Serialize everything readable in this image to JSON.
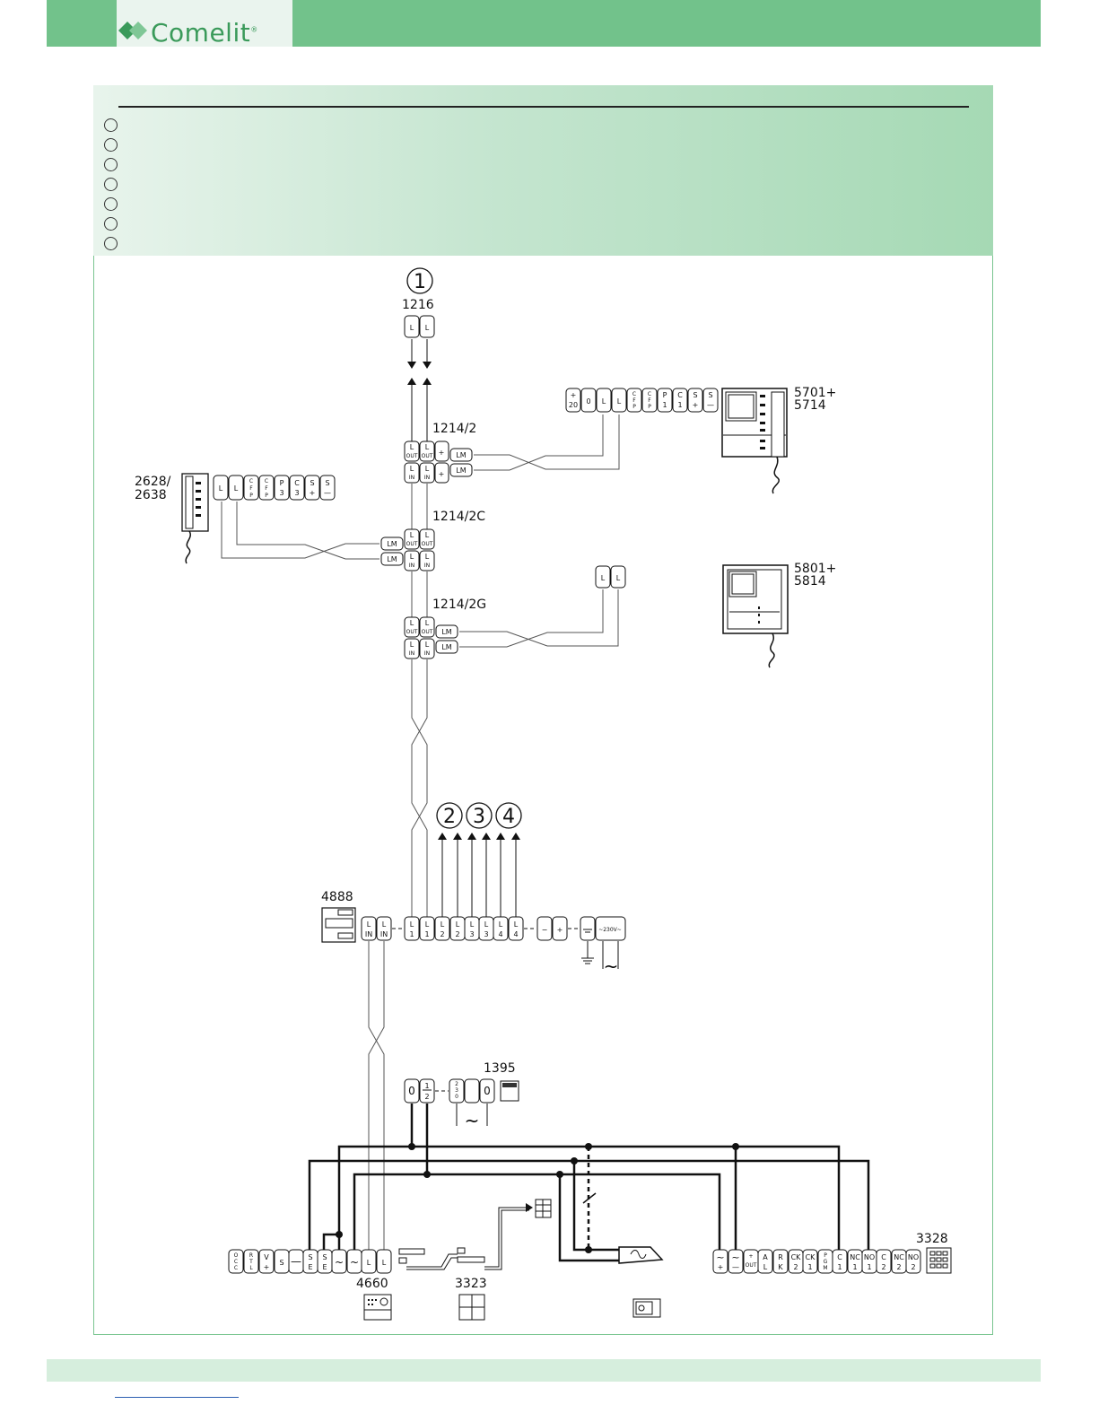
{
  "brand": {
    "logo_text": "Comelit",
    "registered_mark": "®"
  },
  "colors": {
    "header_green": "#72c28b",
    "legend_light": "#e8f4ec",
    "legend_dark": "#a5d9b4",
    "frame_border": "#79c590",
    "footer_green": "#d6eedd"
  },
  "numbered_markers": [
    "1",
    "2",
    "3",
    "4"
  ],
  "devices": {
    "d1216": {
      "code": "1216",
      "terminals": [
        "L",
        "L"
      ]
    },
    "d1214_2": {
      "code": "1214/2"
    },
    "d1214_2c": {
      "code": "1214/2C"
    },
    "d1214_2g": {
      "code": "1214/2G"
    },
    "d5701": {
      "code_line1": "5701+",
      "code_line2": "5714"
    },
    "d5801": {
      "code_line1": "5801+",
      "code_line2": "5814"
    },
    "d2628": {
      "code_line1": "2628/",
      "code_line2": "2638"
    },
    "d4888": {
      "code": "4888"
    },
    "d1395": {
      "code": "1395"
    },
    "d4660": {
      "code": "4660"
    },
    "d3323": {
      "code": "3323"
    },
    "d3328": {
      "code": "3328"
    }
  },
  "terminal_labels": {
    "lm": "LM",
    "l": "L",
    "out": "OUT",
    "in": "IN",
    "plus": "+",
    "minus": "−",
    "ac": "~",
    "mains": "~230V~",
    "power_symbol": "~"
  }
}
